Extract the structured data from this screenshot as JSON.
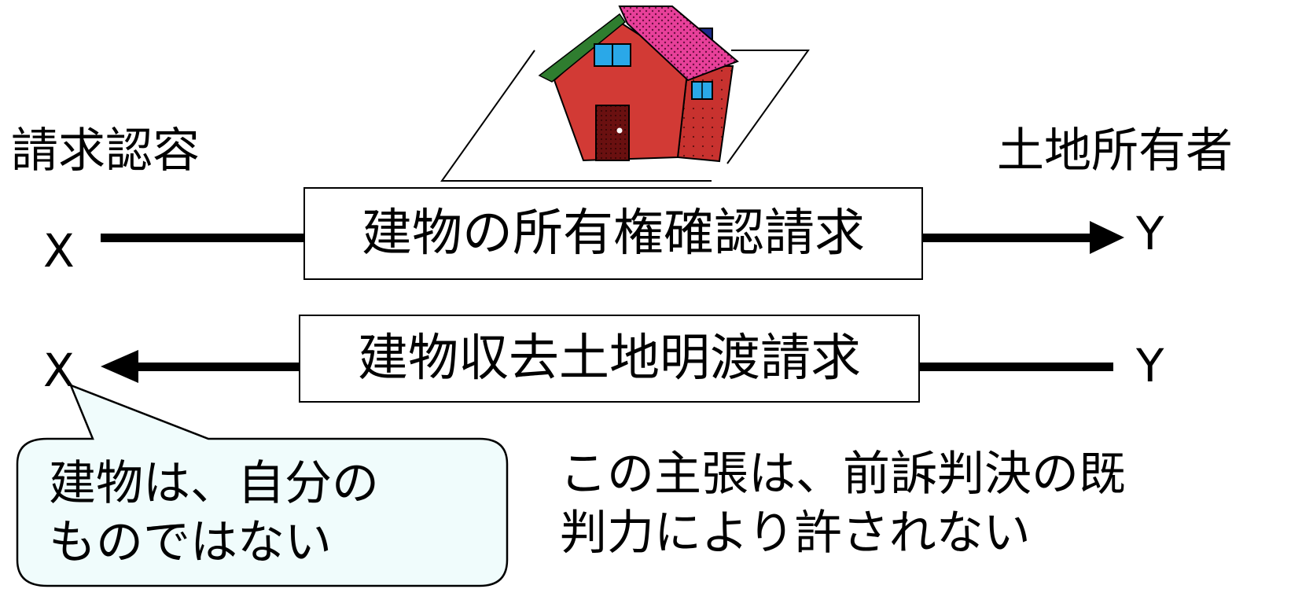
{
  "left_label": "請求認容",
  "right_label": "土地所有者",
  "row1": {
    "left_party": "X",
    "right_party": "Y",
    "claim": "建物の所有権確認請求"
  },
  "row2": {
    "left_party": "X",
    "right_party": "Y",
    "claim": "建物収去土地明渡請求"
  },
  "bubble": {
    "line1": "建物は、自分の",
    "line2": "ものではない"
  },
  "note": {
    "line1": "この主張は、前訴判決の既",
    "line2": "判力により許されない"
  },
  "colors": {
    "roof": "#e8409a",
    "wall": "#d23a35",
    "bubble_fill": "#f0fcfc"
  },
  "icons": {
    "house": "house-icon"
  }
}
